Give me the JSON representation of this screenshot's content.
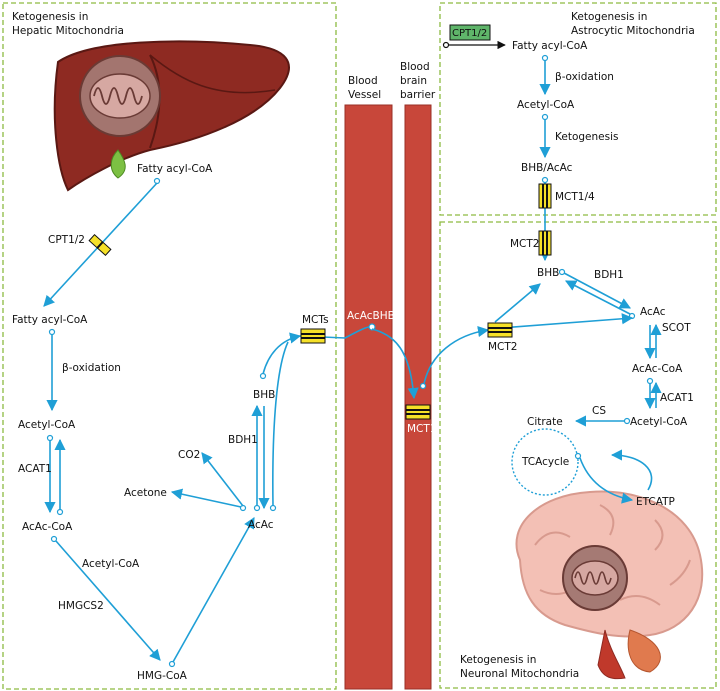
{
  "panels": {
    "hepatic_title": [
      "Ketogenesis in",
      "Hepatic Mitochondria"
    ],
    "astro_title": [
      "Ketogenesis in",
      "Astrocytic Mitochondria"
    ],
    "neuron_title": [
      "Ketogenesis in",
      "Neuronal Mitochondria"
    ]
  },
  "vessels": {
    "blood_vessel": [
      "Blood",
      "Vessel"
    ],
    "bbb": [
      "Blood",
      "brain",
      "barrier"
    ],
    "acac_bhb": "AcAcBHB",
    "mct1": "MCT1"
  },
  "hepatic": {
    "fatty_top": "Fatty acyl-CoA",
    "cpt": "CPT1/2",
    "fatty_mid": "Fatty acyl-CoA",
    "beta_ox": "β-oxidation",
    "acetyl": "Acetyl-CoA",
    "acat1": "ACAT1",
    "acac_coa": "AcAc-CoA",
    "acetyl_coa2": "Acetyl-CoA",
    "hmgcs2": "HMGCS2",
    "hmg": "HMG-CoA",
    "acac": "AcAc",
    "acetone": "Acetone",
    "co2": "CO2",
    "bdh1": "BDH1",
    "bhb": "BHB",
    "mcts": "MCTs"
  },
  "astro": {
    "cpt": "CPT1/2",
    "fatty": "Fatty acyl-CoA",
    "beta_ox": "β-oxidation",
    "acetyl": "Acetyl-CoA",
    "ketogenesis": "Ketogenesis",
    "bhb_acac": "BHB/AcAc",
    "mct14": "MCT1/4"
  },
  "neuron": {
    "mct2_top": "MCT2",
    "bhb": "BHB",
    "bdh1": "BDH1",
    "acac": "AcAc",
    "scot": "SCOT",
    "mct2_left": "MCT2",
    "acac_coa": "AcAc-CoA",
    "acat1": "ACAT1",
    "acetyl": "Acetyl-CoA",
    "cs": "CS",
    "citrate": "Citrate",
    "tca": "TCAcycle",
    "etcatp": "ETCATP"
  },
  "colors": {
    "arrow": "#1f9fd6",
    "box": "#8dbb42",
    "vessel": "#c8473a",
    "transporter": "#f5e028",
    "cpt_box": "#5fb56a"
  }
}
